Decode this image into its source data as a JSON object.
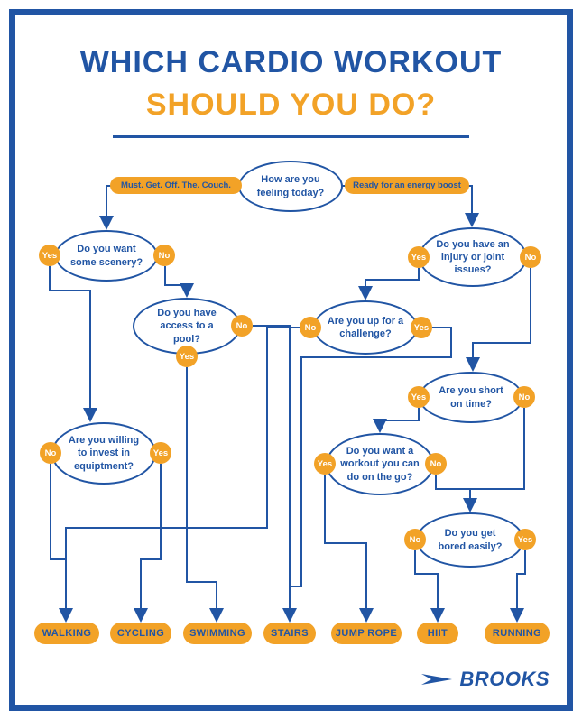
{
  "colors": {
    "blue": "#2155a4",
    "orange": "#f2a227"
  },
  "header": {
    "title_line1": "WHICH CARDIO WORKOUT",
    "title_line2": "SHOULD YOU DO?"
  },
  "flow": {
    "yes": "Yes",
    "no": "No",
    "start": "How are you feeling today?",
    "branch_left": "Must. Get. Off. The. Couch.",
    "branch_right": "Ready for an energy boost",
    "questions": {
      "scenery": "Do you want some scenery?",
      "pool": "Do you have access to a pool?",
      "injury": "Do you have an injury or joint issues?",
      "challenge": "Are you up for a challenge?",
      "short_time": "Are you short on time?",
      "on_the_go": "Do you want a workout you can do on the go?",
      "equipment": "Are you willing to invest in equiptment?",
      "bored": "Do you get bored easily?"
    }
  },
  "outcomes": [
    "WALKING",
    "CYCLING",
    "SWIMMING",
    "STAIRS",
    "JUMP ROPE",
    "HIIT",
    "RUNNING"
  ],
  "brand": {
    "name": "BROOKS"
  }
}
